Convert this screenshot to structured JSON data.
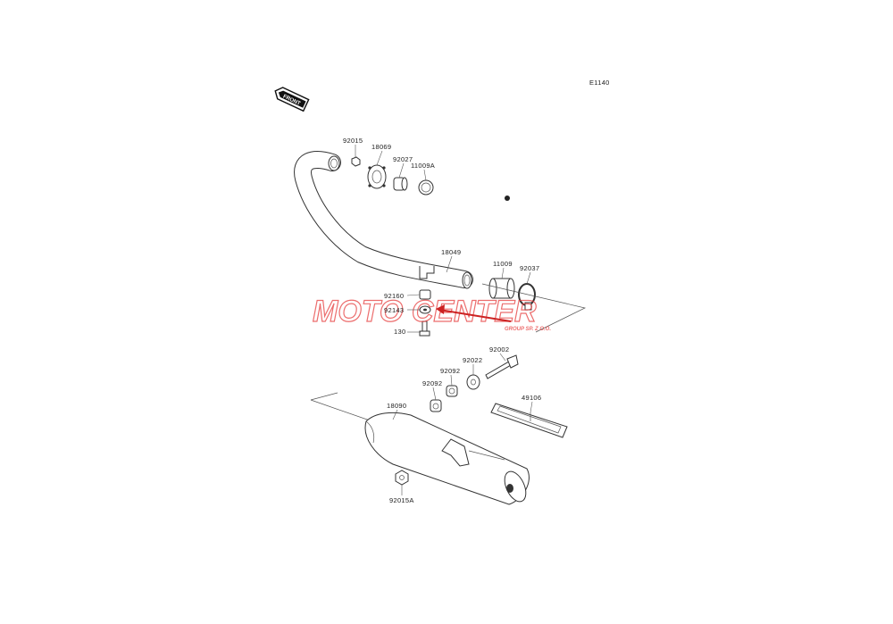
{
  "diagram": {
    "code": "E1140",
    "front_badge": "FRONT",
    "watermark": {
      "main": "MOTO CENTER",
      "sub": "GROUP SP. Z O.O.",
      "color": "#e63d3d"
    },
    "arrow_color": "#cc2222",
    "parts": [
      {
        "id": "92015",
        "label": "92015"
      },
      {
        "id": "18069",
        "label": "18069"
      },
      {
        "id": "92027",
        "label": "92027"
      },
      {
        "id": "11009A",
        "label": "11009A"
      },
      {
        "id": "18049",
        "label": "18049"
      },
      {
        "id": "11009",
        "label": "11009"
      },
      {
        "id": "92037",
        "label": "92037"
      },
      {
        "id": "92160",
        "label": "92160"
      },
      {
        "id": "92143",
        "label": "92143"
      },
      {
        "id": "130",
        "label": "130"
      },
      {
        "id": "92002",
        "label": "92002"
      },
      {
        "id": "92022",
        "label": "92022"
      },
      {
        "id": "92092a",
        "label": "92092"
      },
      {
        "id": "92092b",
        "label": "92092"
      },
      {
        "id": "49106",
        "label": "49106"
      },
      {
        "id": "18090",
        "label": "18090"
      },
      {
        "id": "92015A",
        "label": "92015A"
      }
    ]
  }
}
